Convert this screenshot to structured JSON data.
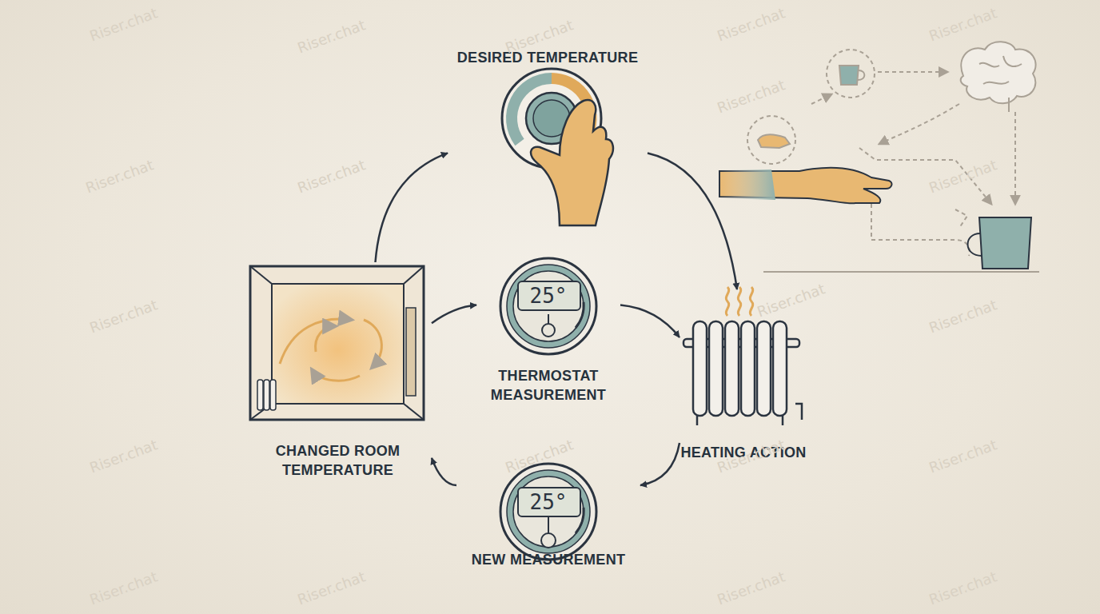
{
  "diagram": {
    "nodes": [
      {
        "text": [
          "DESIRED TEMPERATURE"
        ]
      },
      {
        "text": [
          "25°",
          "THERMOSTAT MEASUREMENT"
        ]
      },
      {
        "text": [
          "HEATING ACTION"
        ]
      },
      {
        "text": [
          "25°",
          "NEW MEASUREMENT"
        ]
      },
      {
        "text": [
          "CHANGED ROOM TEMPERATURE"
        ]
      }
    ],
    "edges": [
      {
        "from": 4,
        "to": 0,
        "arrow": "to"
      },
      {
        "from": 0,
        "to": 2,
        "arrow": "to"
      },
      {
        "from": 4,
        "to": 1,
        "arrow": "to"
      },
      {
        "from": 1,
        "to": 2,
        "arrow": "to"
      },
      {
        "from": 2,
        "to": 3,
        "arrow": "to"
      },
      {
        "from": 3,
        "to": 4,
        "arrow": "to"
      }
    ],
    "labels": [
      "Riser.chat",
      "Riser.chat",
      "Riser.chat",
      "Riser.chat",
      "Riser.chat",
      "Riser.chat",
      "Riser.chat",
      "Riser.chat",
      "Riser.chat",
      "Riser.chat",
      "Riser.chat",
      "Riser.chat",
      "Riser.chat",
      "Riser.chat",
      "Riser.chat",
      "Riser.chat",
      "Riser.chat",
      "Riser.chat",
      "Riser.chat",
      "Riser.chat"
    ]
  }
}
